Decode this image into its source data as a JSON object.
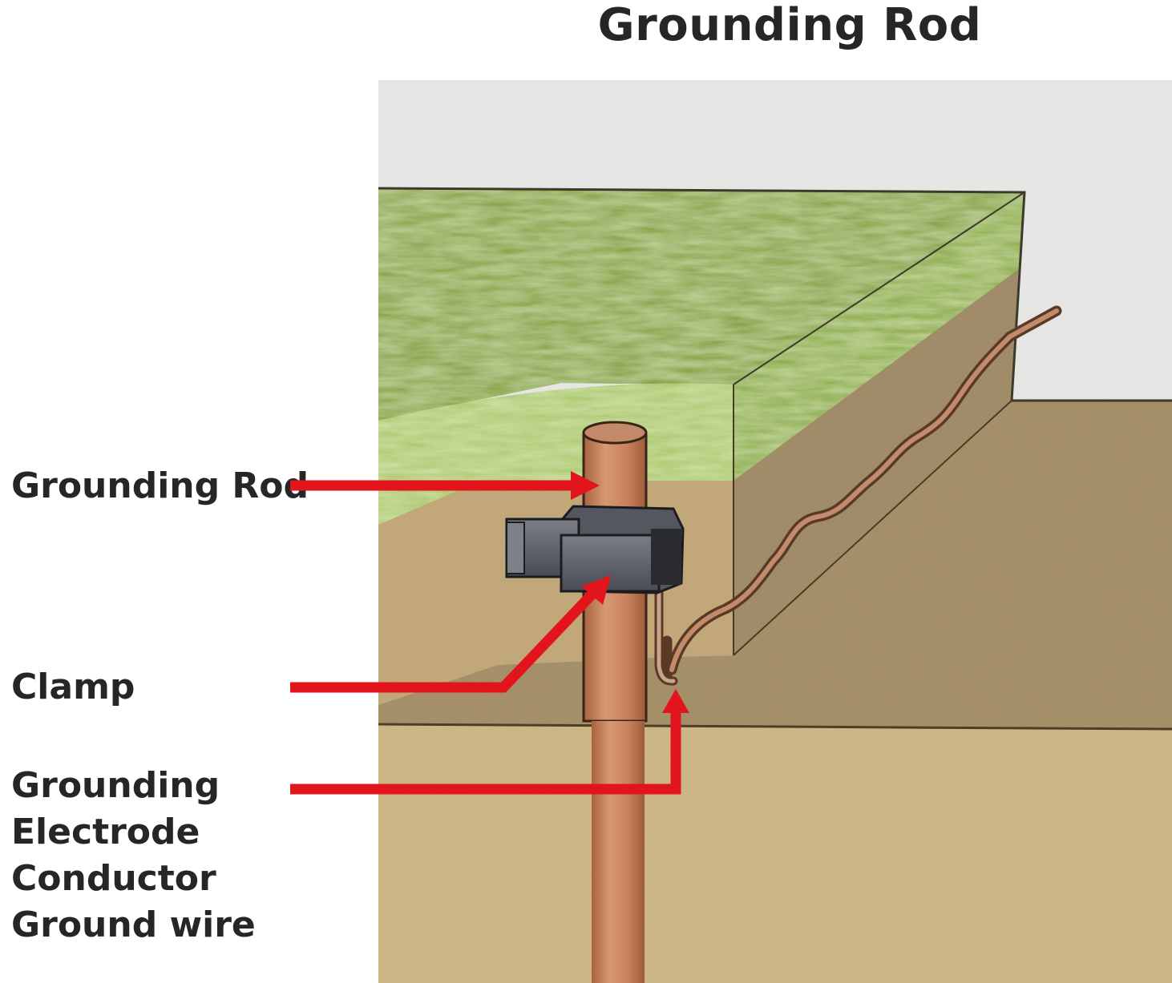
{
  "title": "Grounding Rod",
  "labels": {
    "grounding_rod": "Grounding Rod",
    "clamp": "Clamp",
    "gec_line1": "Grounding",
    "gec_line2": "Electrode",
    "gec_line3": "Conductor",
    "gec_line4": "Ground wire"
  },
  "colors": {
    "pointer": "#e3151c",
    "grass": "#8aa83e",
    "soil": "#a58c63",
    "sand": "#d0b886",
    "copper_rod": "#c98463",
    "clamp": "#5b5d66",
    "sky": "#e6e6e6"
  }
}
